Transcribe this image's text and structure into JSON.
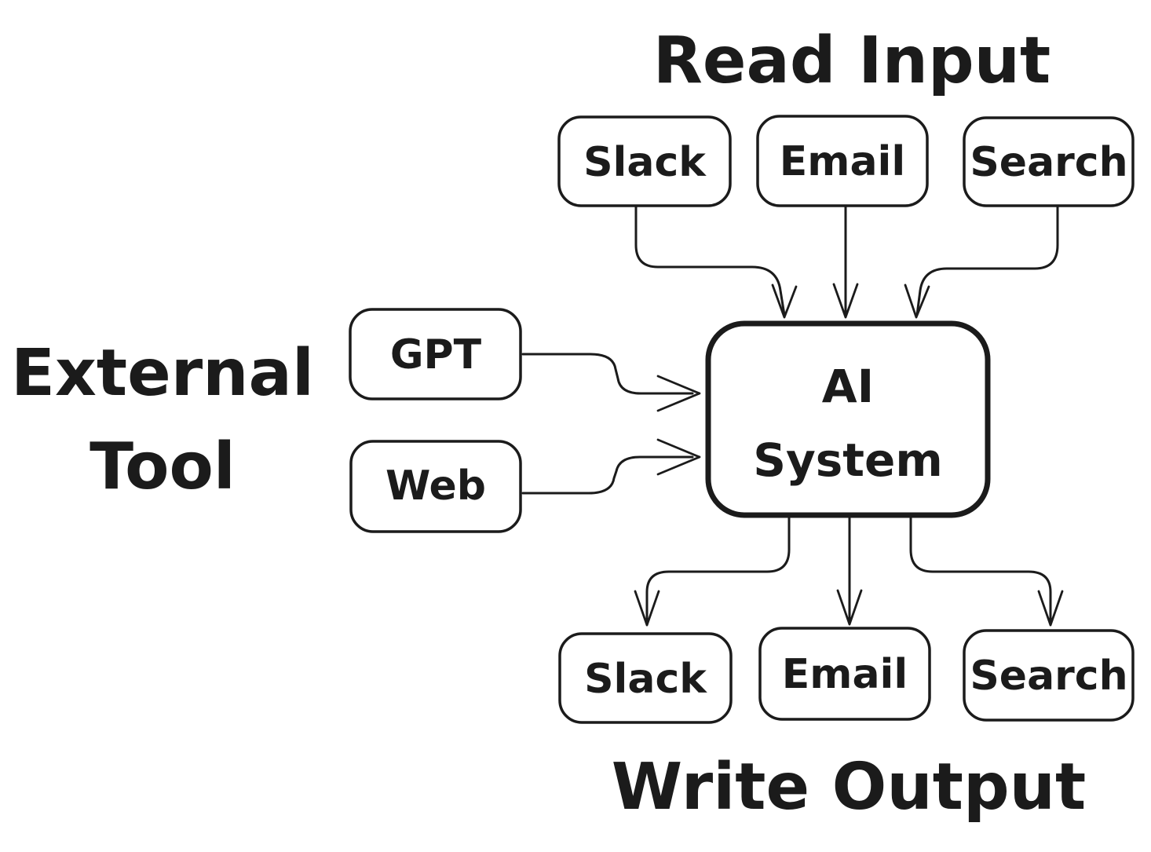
{
  "diagram": {
    "background_color": "#ffffff",
    "stroke_color": "#1b1b1b",
    "titles": {
      "read_input": "Read Input",
      "write_output": "Write Output",
      "external_tool_line1": "External",
      "external_tool_line2": "Tool"
    },
    "input_nodes": [
      {
        "label": "Slack"
      },
      {
        "label": "Email"
      },
      {
        "label": "Search"
      }
    ],
    "external_nodes": [
      {
        "label": "GPT"
      },
      {
        "label": "Web"
      }
    ],
    "center_node": {
      "label_line1": "AI",
      "label_line2": "System"
    },
    "output_nodes": [
      {
        "label": "Slack"
      },
      {
        "label": "Email"
      },
      {
        "label": "Search"
      }
    ],
    "edges": [
      {
        "from": "Slack (input)",
        "to": "AI System"
      },
      {
        "from": "Email (input)",
        "to": "AI System"
      },
      {
        "from": "Search (input)",
        "to": "AI System"
      },
      {
        "from": "GPT",
        "to": "AI System"
      },
      {
        "from": "Web",
        "to": "AI System"
      },
      {
        "from": "AI System",
        "to": "Slack (output)"
      },
      {
        "from": "AI System",
        "to": "Email (output)"
      },
      {
        "from": "AI System",
        "to": "Search (output)"
      }
    ]
  }
}
